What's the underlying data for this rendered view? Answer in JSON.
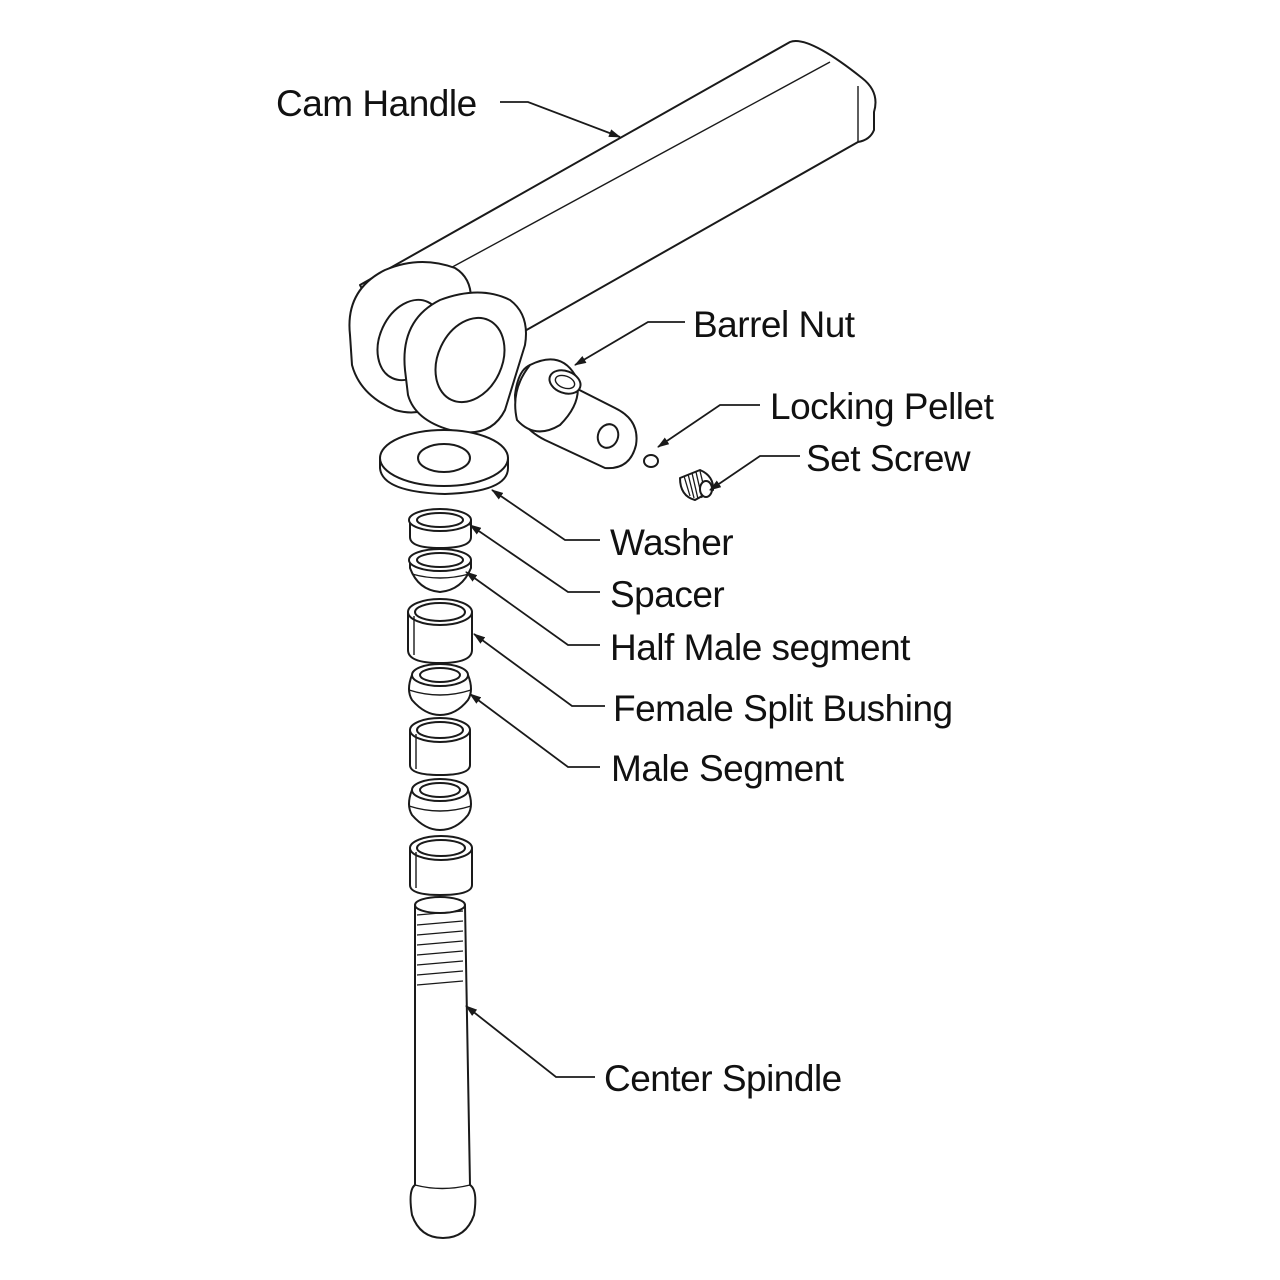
{
  "labels": {
    "cam_handle": "Cam Handle",
    "barrel_nut": "Barrel Nut",
    "locking_pellet": "Locking Pellet",
    "set_screw": "Set Screw",
    "washer": "Washer",
    "spacer": "Spacer",
    "half_male_segment": "Half Male segment",
    "female_split_bushing": "Female Split Bushing",
    "male_segment": "Male Segment",
    "center_spindle": "Center Spindle"
  }
}
